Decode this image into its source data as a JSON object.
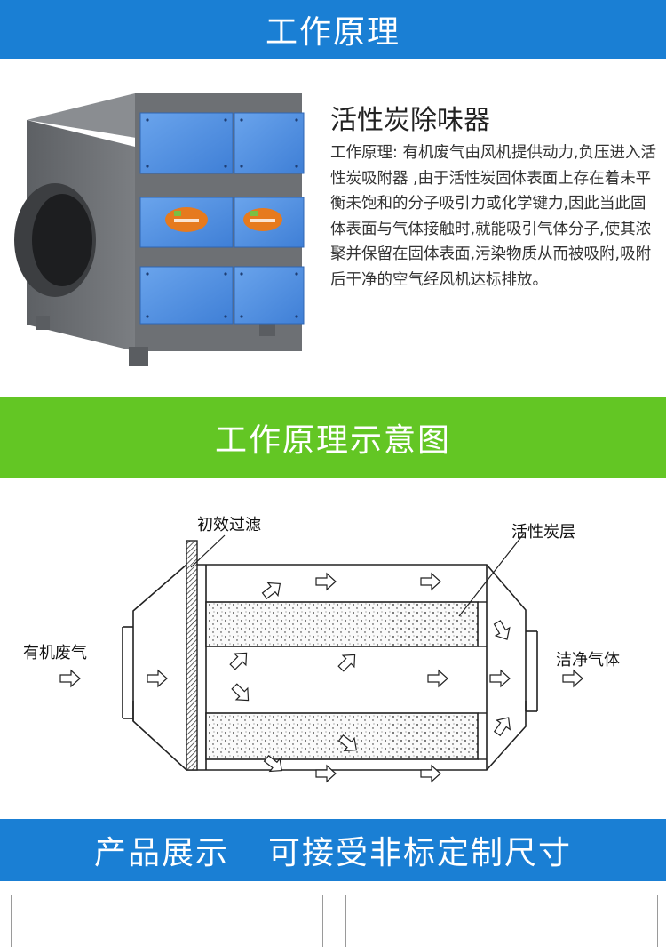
{
  "banners": {
    "work_principle": "工作原理",
    "principle_diagram": "工作原理示意图",
    "product_display": "产品展示",
    "custom_size": "可接受非标定制尺寸"
  },
  "product": {
    "title": "活性炭除味器",
    "description": "工作原理: 有机废气由风机提供动力,负压进入活性炭吸附器 ,由于活性炭固体表面上存在着未平衡未饱和的分子吸引力或化学键力,因此当此固体表面与气体接触时,就能吸引气体分子,使其浓聚并保留在固体表面,污染物质从而被吸附,吸附后干净的空气经风机达标排放。"
  },
  "diagram": {
    "label_prefilter": "初效过滤",
    "label_carbon_layer": "活性炭层",
    "label_inlet": "有机废气",
    "label_outlet": "洁净气体"
  },
  "colors": {
    "blue_banner": "#1a7fd4",
    "green_banner": "#63c624",
    "panel_blue": "#4d8de0",
    "housing_gray": "#6f7276"
  }
}
